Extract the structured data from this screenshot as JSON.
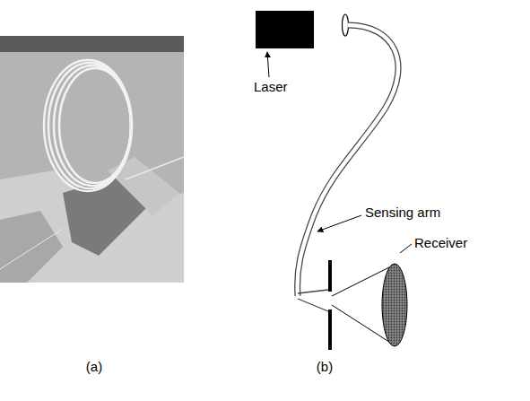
{
  "diagram": {
    "labels": [
      "Laser",
      "Sensing arm",
      "Receiver",
      "(a)",
      "(b)"
    ]
  }
}
